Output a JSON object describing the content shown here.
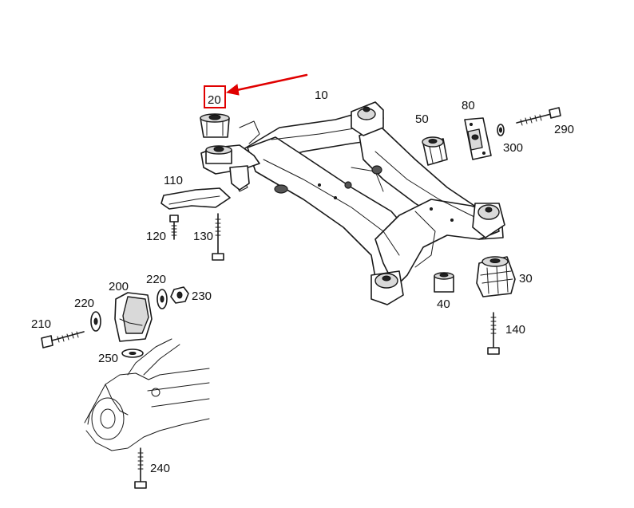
{
  "highlight_color": "#e00000",
  "labels": {
    "p10": "10",
    "p20": "20",
    "p30": "30",
    "p40": "40",
    "p50": "50",
    "p80": "80",
    "p110": "110",
    "p120": "120",
    "p130": "130",
    "p140": "140",
    "p200": "200",
    "p210": "210",
    "p220a": "220",
    "p220b": "220",
    "p230": "230",
    "p240": "240",
    "p250": "250",
    "p290": "290",
    "p300": "300"
  }
}
